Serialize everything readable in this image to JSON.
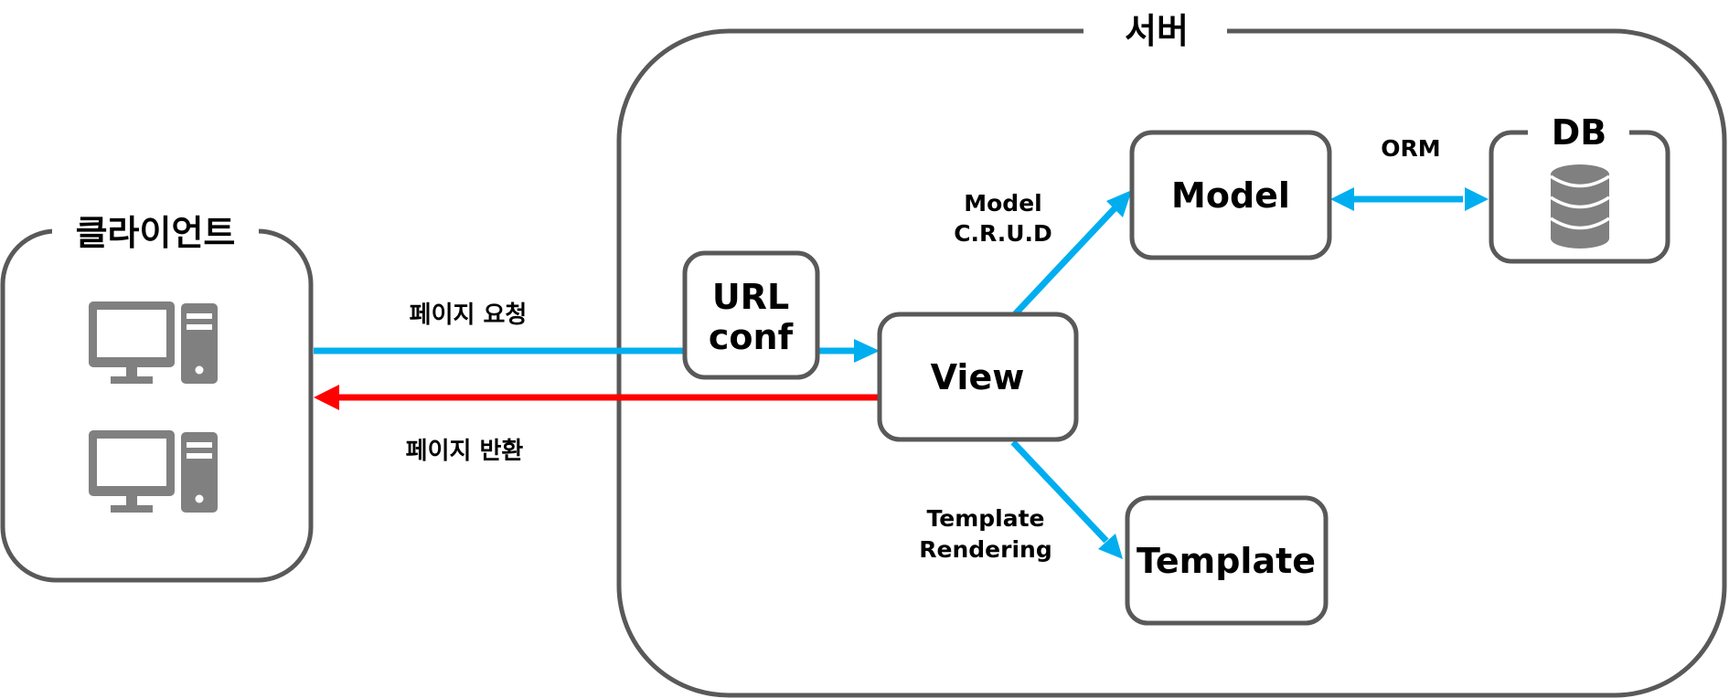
{
  "client": {
    "title": "클라이언트"
  },
  "server": {
    "title": "서버"
  },
  "nodes": {
    "url_conf": {
      "line1": "URL",
      "line2": "conf"
    },
    "view": {
      "label": "View"
    },
    "model": {
      "label": "Model"
    },
    "template": {
      "label": "Template"
    },
    "db": {
      "title": "DB"
    }
  },
  "edges": {
    "page_request": "페이지 요청",
    "page_return": "페이지 반환",
    "model_crud": {
      "line1": "Model",
      "line2": "C.R.U.D"
    },
    "template_rendering": {
      "line1": "Template",
      "line2": "Rendering"
    },
    "orm": "ORM"
  },
  "colors": {
    "request_arrow": "#00aeef",
    "response_arrow": "#ff0000",
    "border": "#595959",
    "icon": "#808080"
  },
  "icons": {
    "client_devices": [
      "desktop-computer-icon",
      "desktop-computer-icon"
    ],
    "db": "database-icon"
  }
}
